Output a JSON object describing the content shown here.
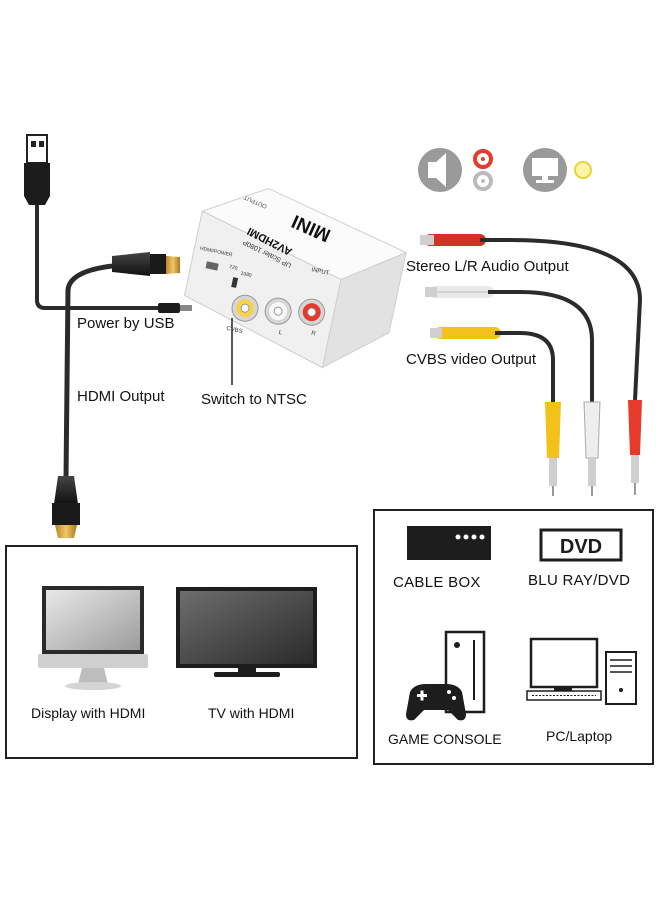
{
  "device": {
    "brand": "MINI",
    "model": "AV2HDMI",
    "subtitle": "UP Scaler 1080P",
    "port_input": "INPUT",
    "port_cvbs": "CVBS",
    "port_l": "L",
    "port_r": "R",
    "power_port": "HDMI/POWER",
    "switch_720": "720",
    "switch_1080": "1080",
    "top_label": "OUTPUT"
  },
  "labels": {
    "power_by_usb": "Power by USB",
    "hdmi_output": "HDMI Output",
    "switch_ntsc": "Switch to NTSC",
    "stereo_audio": "Stereo L/R Audio Output",
    "cvbs_video": "CVBS video Output"
  },
  "left_panel": {
    "items": [
      {
        "label": "Display with HDMI"
      },
      {
        "label": "TV with HDMI"
      }
    ]
  },
  "right_panel": {
    "items": [
      {
        "label": "CABLE BOX"
      },
      {
        "label": "BLU RAY/DVD",
        "badge": "DVD"
      },
      {
        "label": "GAME CONSOLE"
      },
      {
        "label": "PC/Laptop"
      }
    ]
  },
  "colors": {
    "cable": "#2b2b2b",
    "rca_red": "#e63a2a",
    "rca_white": "#e9e9e9",
    "rca_yellow": "#f2c21a",
    "device_body": "#f4f4f4",
    "icon_gray": "#9a9a9a",
    "frame": "#222222"
  },
  "icons": [
    "speaker-icon",
    "rca-audio-icon",
    "monitor-icon",
    "video-dot-icon"
  ]
}
